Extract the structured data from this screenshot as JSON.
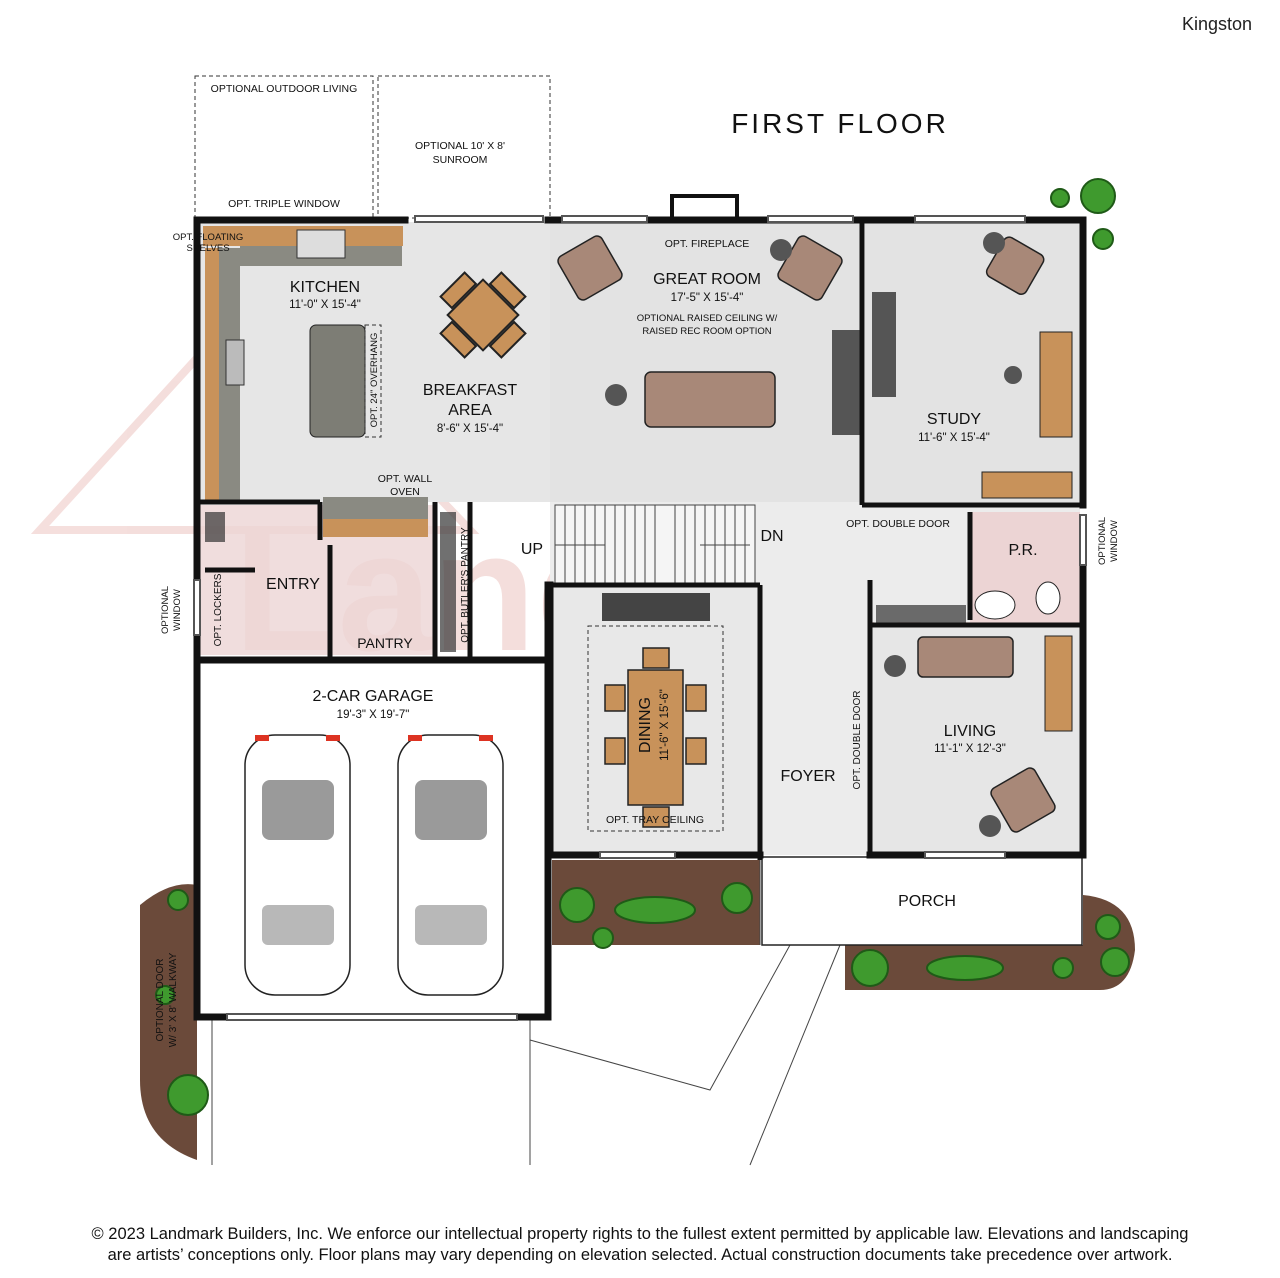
{
  "plan_name": "Kingston",
  "floor_title": "FIRST FLOOR",
  "watermark": "Landmark Homes",
  "options": {
    "outdoor_living": "OPTIONAL OUTDOOR LIVING",
    "sunroom_1": "OPTIONAL 10' X 8'",
    "sunroom_2": "SUNROOM",
    "triple_window": "OPT. TRIPLE WINDOW",
    "floating_shelves_1": "OPT. FLOATING",
    "floating_shelves_2": "SHELVES",
    "fireplace": "OPT. FIREPLACE",
    "raised_ceiling_1": "OPTIONAL RAISED CEILING W/",
    "raised_ceiling_2": "RAISED REC ROOM OPTION",
    "overhang": "OPT. 24\" OVERHANG",
    "wall_oven_1": "OPT. WALL",
    "wall_oven_2": "OVEN",
    "double_door_study": "OPT. DOUBLE DOOR",
    "side_window_1": "OPTIONAL",
    "side_window_2": "WINDOW",
    "lockers": "OPT. LOCKERS",
    "butlers_pantry": "OPT. BUTLER'S PANTRY",
    "entry_window_1": "OPTIONAL",
    "entry_window_2": "WINDOW",
    "tray_ceiling": "OPT. TRAY CEILING",
    "double_door_living": "OPT. DOUBLE DOOR",
    "garage_door_1": "OPTIONAL DOOR",
    "garage_door_2": "W/ 3' X 8' WALKWAY"
  },
  "rooms": {
    "kitchen": {
      "name": "KITCHEN",
      "size": "11'-0\" X 15'-4\""
    },
    "breakfast": {
      "name_1": "BREAKFAST",
      "name_2": "AREA",
      "size": "8'-6\" X 15'-4\""
    },
    "great_room": {
      "name": "GREAT ROOM",
      "size": "17'-5\" X 15'-4\""
    },
    "study": {
      "name": "STUDY",
      "size": "11'-6\" X 15'-4\""
    },
    "entry": {
      "name": "ENTRY"
    },
    "pantry": {
      "name": "PANTRY"
    },
    "stairs_up": "UP",
    "stairs_down": "DN",
    "powder": {
      "name": "P.R."
    },
    "garage": {
      "name": "2-CAR GARAGE",
      "size": "19'-3\" X 19'-7\""
    },
    "dining": {
      "name": "DINING",
      "size": "11'-6\" X 15'-6\""
    },
    "foyer": {
      "name": "FOYER"
    },
    "living": {
      "name": "LIVING",
      "size": "11'-1\" X 12'-3\""
    },
    "porch": {
      "name": "PORCH"
    }
  },
  "colors": {
    "wall": "#111111",
    "floor_tile": "#e9e9e9",
    "wood": "#c8925a",
    "furniture": "#a88878",
    "mudroom": "#ecd4d4",
    "landscape": "#6b4a3a",
    "shrub": "#3f9a2e"
  },
  "footer": {
    "line_1": "© 2023 Landmark Builders, Inc. We enforce our intellectual property rights to the fullest extent permitted by applicable law. Elevations and landscaping",
    "line_2": "are artists’ conceptions only. Floor plans may vary depending on elevation selected. Actual construction documents take precedence over artwork."
  }
}
